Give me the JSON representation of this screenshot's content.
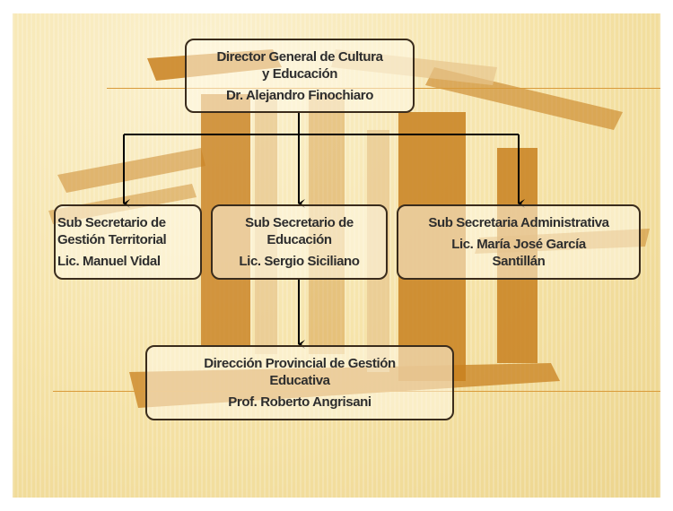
{
  "org_chart": {
    "director": {
      "title": "Director General de Cultura y Educación",
      "title_line1": "Director General de Cultura",
      "title_line2": "y Educación",
      "name": "Dr. Alejandro Finochiaro"
    },
    "sub_territorial": {
      "title_line1": "Sub Secretario de",
      "title_line2": "Gestión Territorial",
      "name": "Lic. Manuel Vidal"
    },
    "sub_educacion": {
      "title_line1": "Sub Secretario de",
      "title_line2": "Educación",
      "name": "Lic. Sergio Siciliano"
    },
    "sub_administrativa": {
      "title_line1": "Sub Secretaria Administrativa",
      "name_line1": "Lic. María José García",
      "name_line2": "Santillán"
    },
    "direccion_provincial": {
      "title_line1": "Dirección Provincial de Gestión",
      "title_line2": "Educativa",
      "name": "Prof. Roberto Angrisani"
    }
  },
  "colors": {
    "line": "#000000",
    "box_border": "#3a2c1c",
    "accent": "#c8801f",
    "background": "#f5e2a6"
  }
}
